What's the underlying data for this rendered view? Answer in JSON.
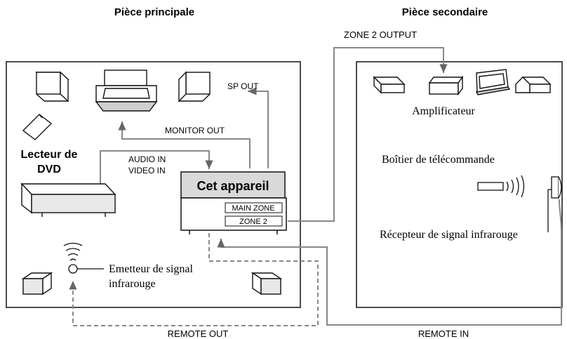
{
  "rooms": {
    "main": "Pièce principale",
    "secondary": "Pièce secondaire"
  },
  "labels": {
    "zone2_output": "ZONE 2 OUTPUT",
    "sp_out": "SP OUT",
    "monitor_out": "MONITOR OUT",
    "audio_in": "AUDIO IN",
    "video_in": "VIDEO IN",
    "dvd_line1": "Lecteur de",
    "dvd_line2": "DVD",
    "unit": "Cet appareil",
    "main_zone": "MAIN ZONE",
    "zone2": "ZONE 2",
    "amplifier": "Amplificateur",
    "remote_box": "Boîtier de télécommande",
    "ir_receiver": "Récepteur de signal infrarouge",
    "emitter_line1": "Emetteur de signal",
    "emitter_line2": "infrarouge",
    "remote_out": "REMOTE OUT",
    "remote_in": "REMOTE IN"
  }
}
